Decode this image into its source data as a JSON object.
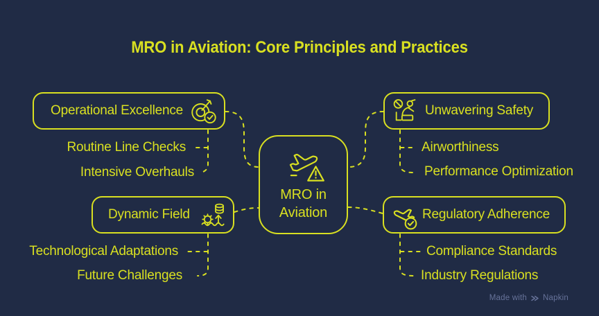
{
  "title": "MRO in Aviation: Core Principles and Practices",
  "center": {
    "label_line1": "MRO in",
    "label_line2": "Aviation",
    "icon": "plane-warning-icon"
  },
  "branches": [
    {
      "id": "operational-excellence",
      "label": "Operational Excellence",
      "icon": "target-check-icon",
      "children": [
        "Routine Line Checks",
        "Intensive Overhauls"
      ]
    },
    {
      "id": "unwavering-safety",
      "label": "Unwavering Safety",
      "icon": "safety-worker-icon",
      "children": [
        "Airworthiness",
        "Performance Optimization"
      ]
    },
    {
      "id": "dynamic-field",
      "label": "Dynamic Field",
      "icon": "gear-data-wave-icon",
      "children": [
        "Technological Adaptations",
        "Future Challenges"
      ]
    },
    {
      "id": "regulatory-adherence",
      "label": "Regulatory Adherence",
      "icon": "plane-check-icon",
      "children": [
        "Compliance Standards",
        "Industry Regulations"
      ]
    }
  ],
  "footer": {
    "made_with": "Made with",
    "brand": "Napkin",
    "logo_icon": "napkin-logo-icon"
  },
  "colors": {
    "background": "#202b45",
    "accent": "#d9e021",
    "footer_text": "#67739a"
  }
}
